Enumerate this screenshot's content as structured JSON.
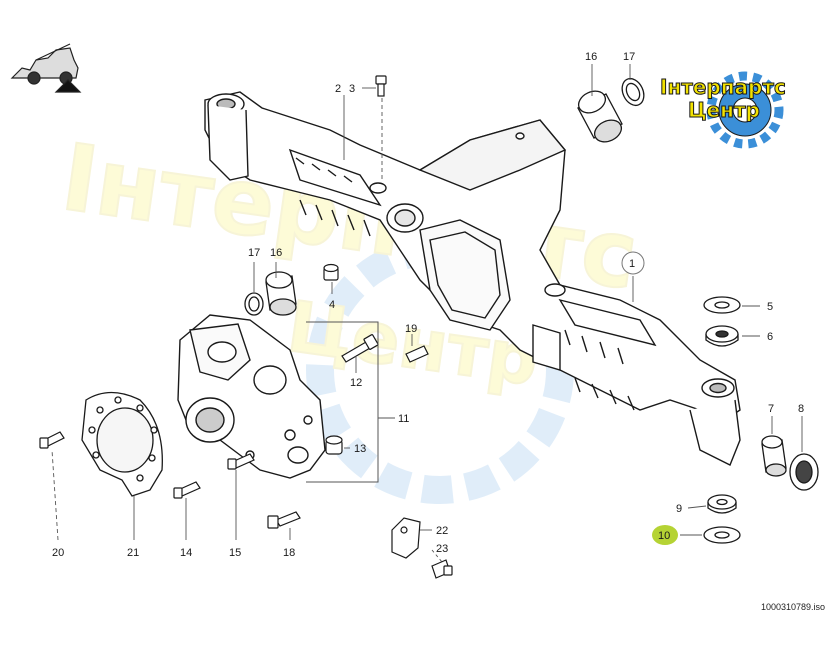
{
  "logo": {
    "line1": "Інтерпартс",
    "line2": "Центр",
    "colors": {
      "yellow": "#f2e200",
      "blue": "#3b8fd8",
      "outline": "#1a1a1a"
    }
  },
  "watermark": {
    "line1": "Інтерпартс",
    "line2": "Центр"
  },
  "doc_id": "1000310789.iso",
  "highlighted_callout": "10",
  "highlight_color": "#b5d334",
  "callouts": {
    "c1": "1",
    "c2": "2",
    "c3": "3",
    "c4": "4",
    "c5": "5",
    "c6": "6",
    "c7": "7",
    "c8": "8",
    "c9": "9",
    "c10": "10",
    "c11": "11",
    "c12": "12",
    "c13": "13",
    "c14": "14",
    "c15": "15",
    "c16a": "16",
    "c16b": "16",
    "c17a": "17",
    "c17b": "17",
    "c18": "18",
    "c19": "19",
    "c20": "20",
    "c21": "21",
    "c22": "22",
    "c23": "23"
  }
}
